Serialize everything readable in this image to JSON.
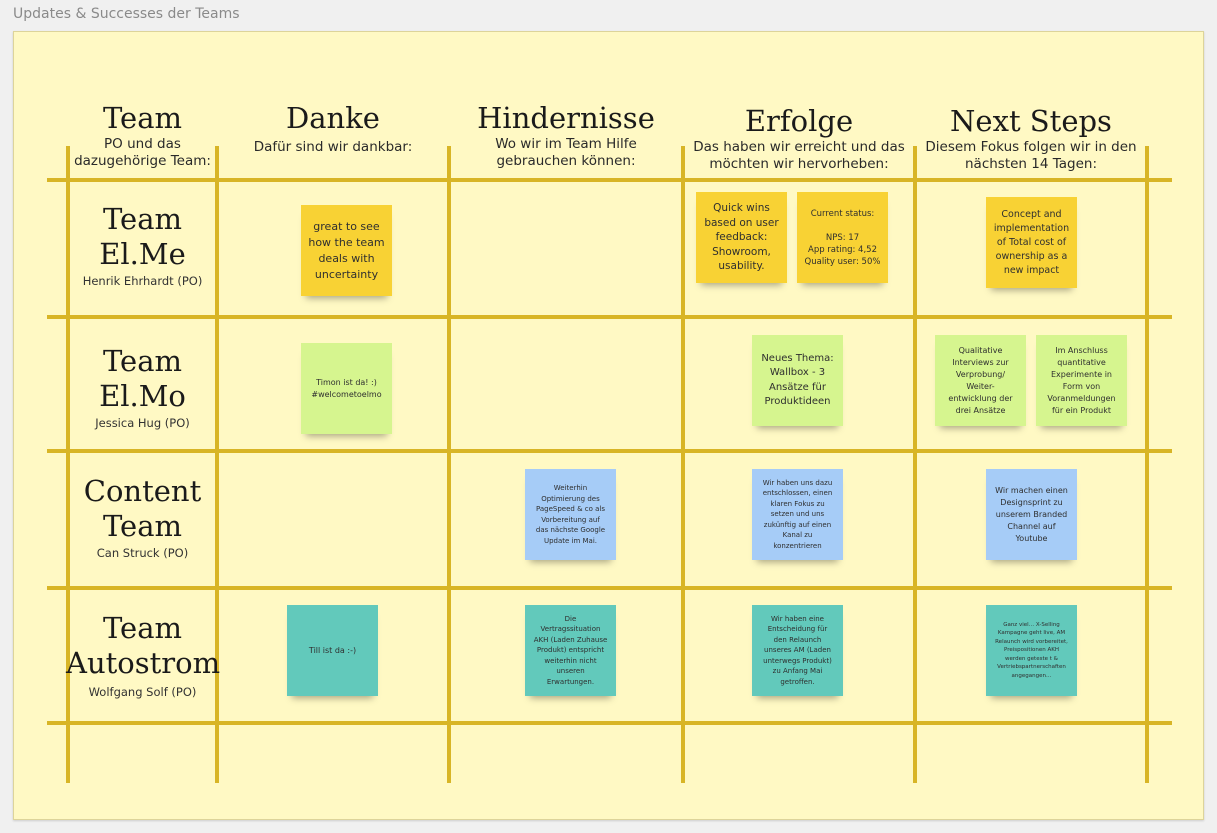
{
  "frame": {
    "title": "Updates & Successes der Teams"
  },
  "columns": [
    {
      "title": "Team",
      "subtitle": "PO und das\ndazugehörige Team:"
    },
    {
      "title": "Danke",
      "subtitle": "Dafür sind wir dankbar:"
    },
    {
      "title": "Hindernisse",
      "subtitle": "Wo wir im Team Hilfe\ngebrauchen können:"
    },
    {
      "title": "Erfolge",
      "subtitle": "Das haben wir erreicht und das\nmöchten wir hervorheben:"
    },
    {
      "title": "Next Steps",
      "subtitle": "Diesem Fokus folgen wir in den\nnächsten 14 Tagen:"
    }
  ],
  "teams": [
    {
      "name": "Team\nEl.Me",
      "po": "Henrik Ehrhardt (PO)"
    },
    {
      "name": "Team\nEl.Mo",
      "po": "Jessica Hug (PO)"
    },
    {
      "name": "Content\nTeam",
      "po": "Can Struck (PO)"
    },
    {
      "name": "Team\nAutostrom",
      "po": "Wolfgang Solf (PO)"
    }
  ],
  "notes": {
    "elme_danke": "great to see\nhow the team\ndeals with\nuncertainty",
    "elme_erfolge_1": "Quick wins\nbased on user\nfeedback:\nShowroom,\nusability.",
    "elme_erfolge_2": "Current status:\n\nNPS: 17\nApp rating: 4,52\nQuality user: 50%",
    "elme_next": "Concept and\nimplementation\nof Total cost of\nownership as a\nnew impact",
    "elmo_danke": "Timon ist da! :)\n#welcometoelmo",
    "elmo_erfolge": "Neues Thema:\nWallbox - 3\nAnsätze für\nProduktideen",
    "elmo_next_1": "Qualitative\nInterviews zur\nVerprobung/\nWeiter-\nentwicklung der\ndrei Ansätze",
    "elmo_next_2": "Im Anschluss\nquantitative\nExperimente in\nForm von\nVoranmeldungen\nfür ein Produkt",
    "content_hindernisse": "Weiterhin\nOptimierung des\nPageSpeed & co als\nVorbereitung auf\ndas nächste Google\nUpdate im Mai.",
    "content_erfolge": "Wir haben uns dazu\nentschlossen, einen\nklaren Fokus zu\nsetzen und uns\nzukünftig auf einen\nKanal zu\nkonzentrieren",
    "content_next": "Wir machen einen\nDesignsprint zu\nunserem Branded\nChannel auf\nYoutube",
    "auto_danke": "Till ist da :-)",
    "auto_hindernisse": "Die\nVertragssituation\nAKH (Laden Zuhause\nProdukt) entspricht\nweiterhin nicht\nunseren\nErwartungen.",
    "auto_erfolge": "Wir haben eine\nEntscheidung für\nden Relaunch\nunseres AM (Laden\nunterwegs Produkt)\nzu Anfang Mai\ngetroffen.",
    "auto_next": "Ganz viel… X-Selling\nKampagne geht live, AM\nRelaunch wird vorbereitet,\nPreispositionen AKH\nwerden geteste t &\nVertriebspartnerschaften\nangegangen…"
  },
  "colors": {
    "board": "#fff9c4",
    "grid": "#d8b526",
    "sticky_yellow": "#f8d234",
    "sticky_green": "#d6f58f",
    "sticky_blue": "#a6ccf7",
    "sticky_teal": "#62c9bb"
  }
}
